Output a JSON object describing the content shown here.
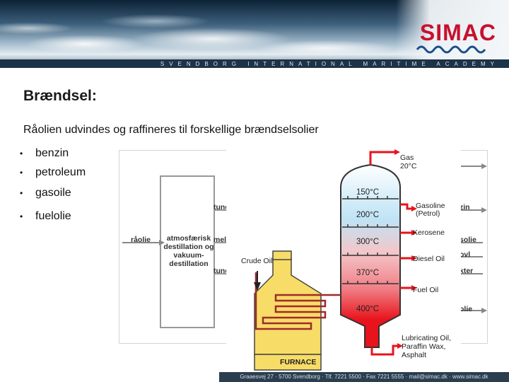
{
  "header": {
    "logo": "SIMAC",
    "academy_band": "SVENDBORG INTERNATIONAL MARITIME ACADEMY"
  },
  "slide": {
    "title": "Brændsel:",
    "subtitle": "Råolien udvindes og raffineres til forskellige brændselsolier",
    "bullets": [
      "benzin",
      "petroleum",
      "gasoile",
      "fuelolie"
    ]
  },
  "left_diagram": {
    "input_label": "råolie",
    "column_label": "atmosfærisk destillation og vakuum-destillation",
    "left_outputs": [
      "tung",
      "mell",
      "tung"
    ],
    "right_outputs": [
      "zin",
      "solie",
      "ovl",
      "kter",
      "olie"
    ]
  },
  "tower_diagram": {
    "gas_label": "Gas\n20°C",
    "crude_oil_label": "Crude Oil",
    "furnace_label": "FURNACE",
    "temperatures": [
      "150°C",
      "200°C",
      "300°C",
      "370°C",
      "400°C"
    ],
    "products": [
      "Gasoline (Petrol)",
      "Kerosene",
      "Diesel Oil",
      "Fuel Oil",
      "Lubricating Oil, Paraffin Wax, Asphalt"
    ]
  },
  "footer": {
    "text": "Graaesvej 27 · 5700 Svendborg · Tlf. 7221 5500 · Fax 7221 5555 · mail@simac.dk · www.simac.dk"
  },
  "colors": {
    "logo_red": "#c8102e",
    "tower_cold": "#bfe3f5",
    "tower_hot": "#e8131b",
    "furnace": "#f7dc67"
  }
}
